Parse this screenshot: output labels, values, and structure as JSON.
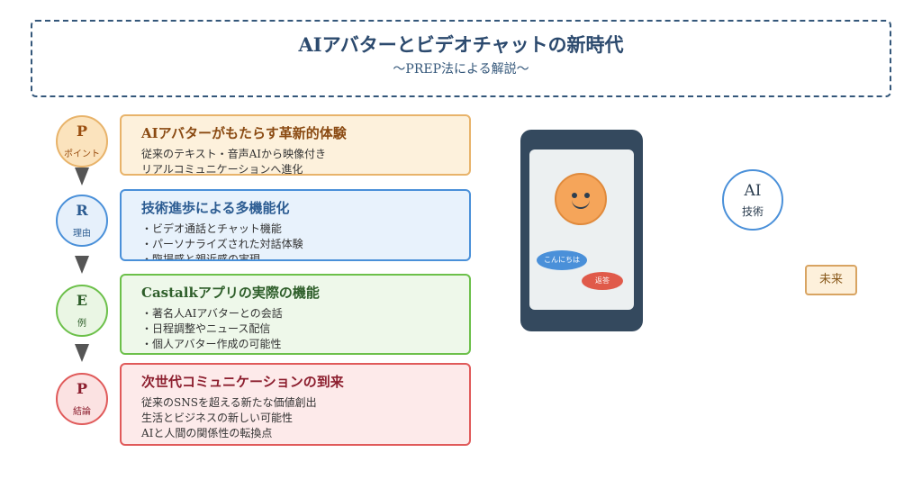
{
  "header": {
    "title": "AIアバターとビデオチャットの新時代",
    "subtitle": "〜PREP法による解説〜"
  },
  "steps": [
    {
      "letter": "P",
      "word": "ポイント",
      "title": "AIアバターがもたらす革新的体験",
      "lines": [
        "従来のテキスト・音声AIから映像付き",
        "リアルコミュニケーションへ進化"
      ],
      "colors": {
        "border": "#e8b36a",
        "fill": "#fdf1dc",
        "title": "#8a4a12",
        "circle_fill": "#fbe3bd",
        "circle_text": "#9a4e10"
      }
    },
    {
      "letter": "R",
      "word": "理由",
      "title": "技術進歩による多機能化",
      "lines": [
        "・ビデオ通話とチャット機能",
        "・パーソナライズされた対話体験",
        "・臨場感と親近感の実現"
      ],
      "colors": {
        "border": "#4a90d9",
        "fill": "#e8f2fc",
        "title": "#2c5c92",
        "circle_fill": "#e6f0fb",
        "circle_text": "#2c5c92"
      }
    },
    {
      "letter": "E",
      "word": "例",
      "title": "Castalkアプリの実際の機能",
      "lines": [
        "・著名人AIアバターとの会話",
        "・日程調整やニュース配信",
        "・個人アバター作成の可能性"
      ],
      "colors": {
        "border": "#6cc04a",
        "fill": "#eef8ea",
        "title": "#2e5e2a",
        "circle_fill": "#eaf6e4",
        "circle_text": "#2e5e2a"
      }
    },
    {
      "letter": "P",
      "word": "結論",
      "title": "次世代コミュニケーションの到来",
      "lines": [
        "従来のSNSを超える新たな価値創出",
        "生活とビジネスの新しい可能性",
        "AIと人間の関係性の転換点"
      ],
      "colors": {
        "border": "#e05a5a",
        "fill": "#fdeaea",
        "title": "#8c1e2e",
        "circle_fill": "#fbe2e2",
        "circle_text": "#8c1e2e"
      }
    }
  ],
  "phone": {
    "bubble_left": "こんにちは",
    "bubble_right": "返答"
  },
  "ai_circle": {
    "title": "AI",
    "subtitle": "技術"
  },
  "future_box": {
    "label": "未来"
  }
}
